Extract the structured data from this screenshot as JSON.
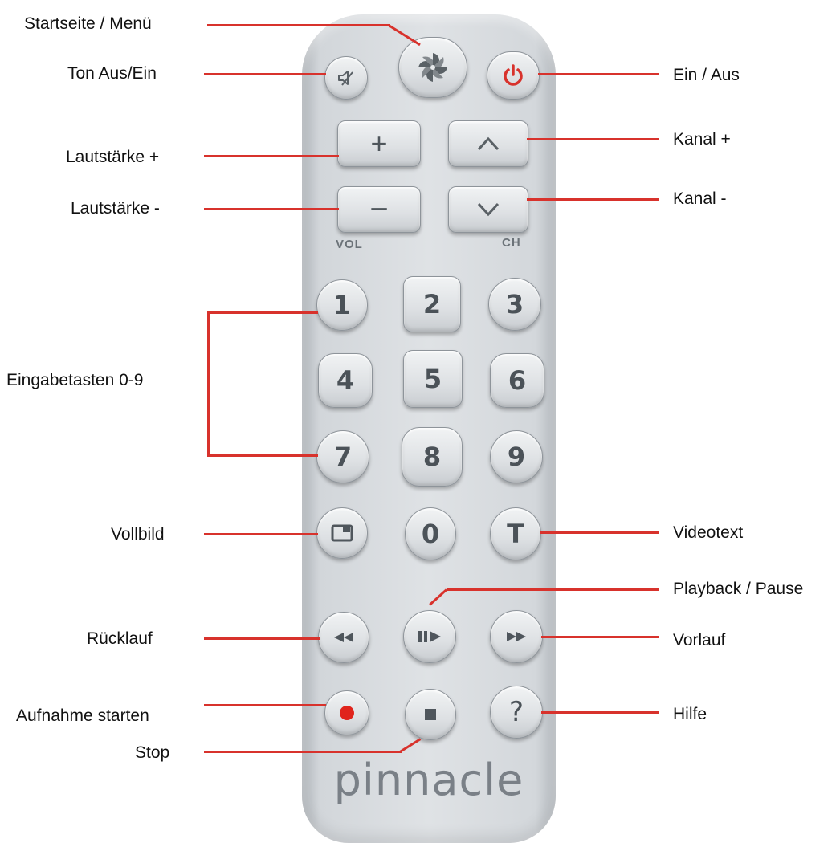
{
  "labels": {
    "startseite": "Startseite / Menü",
    "ton": "Ton Aus/Ein",
    "ein_aus": "Ein / Aus",
    "lautstaerke_plus": "Lautstärke +",
    "kanal_plus": "Kanal +",
    "lautstaerke_minus": "Lautstärke -",
    "kanal_minus": "Kanal -",
    "eingabetasten": "Eingabetasten 0-9",
    "vollbild": "Vollbild",
    "videotext": "Videotext",
    "playback": "Playback / Pause",
    "ruecklauf": "Rücklauf",
    "vorlauf": "Vorlauf",
    "aufnahme": "Aufnahme starten",
    "hilfe": "Hilfe",
    "stop": "Stop"
  },
  "remote": {
    "vol_label": "VOL",
    "ch_label": "CH",
    "brand": "pinnacle",
    "keys": {
      "plus": "+",
      "minus": "−",
      "k1": "1",
      "k2": "2",
      "k3": "3",
      "k4": "4",
      "k5": "5",
      "k6": "6",
      "k7": "7",
      "k8": "8",
      "k9": "9",
      "k0": "0",
      "teletext": "T",
      "help": "?"
    }
  },
  "colors": {
    "callout_line": "#d8322c",
    "power_icon": "#d8322c",
    "record_dot": "#e0241c",
    "button_text": "#4f565c"
  }
}
